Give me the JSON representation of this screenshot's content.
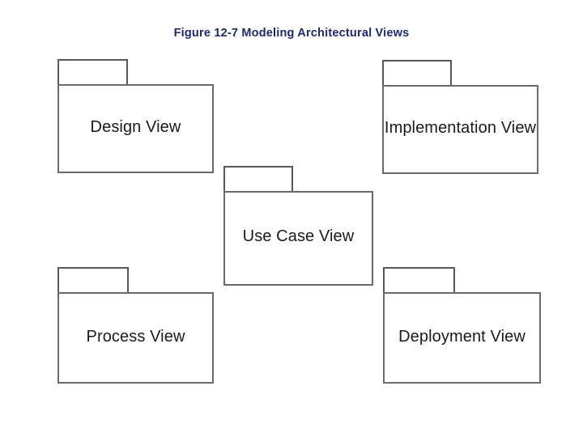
{
  "figure": {
    "title": "Figure 12-7 Modeling Architectural Views",
    "title_color": "#1f2a6e",
    "background_color": "#ffffff",
    "stroke_color": "#6a6a6a",
    "label_color": "#1a1a1a",
    "diagram_type": "uml-package-diagram"
  },
  "packages": [
    {
      "id": "design",
      "label": "Design View"
    },
    {
      "id": "implementation",
      "label": "Implementation View"
    },
    {
      "id": "usecase",
      "label": "Use Case View"
    },
    {
      "id": "process",
      "label": "Process View"
    },
    {
      "id": "deployment",
      "label": "Deployment View"
    }
  ]
}
